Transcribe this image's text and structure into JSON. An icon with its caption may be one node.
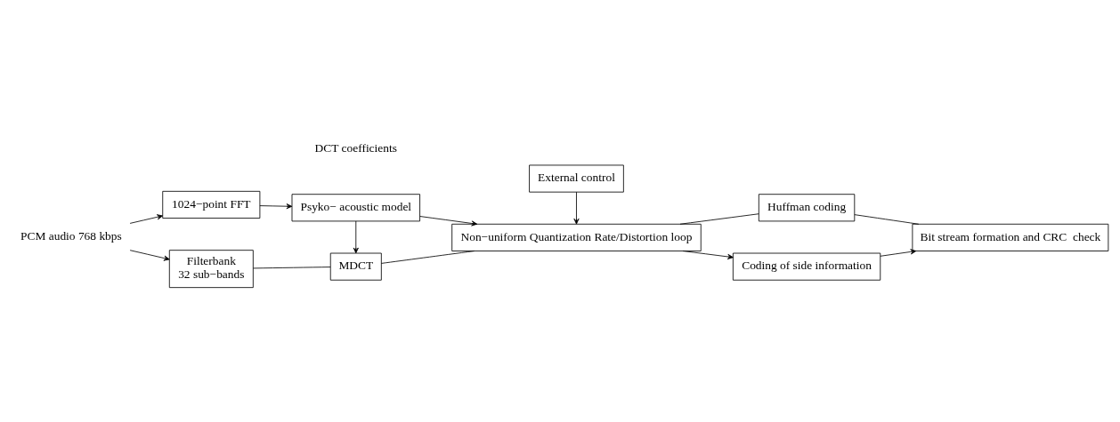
{
  "diagram": {
    "nodes": [
      {
        "text": [
          "PCM audio 768 kbps"
        ]
      },
      {
        "text": [
          "Filterbank",
          "32 sub−bands"
        ]
      },
      {
        "text": [
          "MDCT"
        ]
      },
      {
        "text": [
          "Non−uniform Quantization Rate/Distortion loop"
        ]
      },
      {
        "text": [
          "Huffman coding"
        ]
      },
      {
        "text": [
          "Bit stream formation and CRC  check"
        ]
      },
      {
        "text": [
          "1024−point FFT"
        ]
      },
      {
        "text": [
          "Psyko− acoustic model"
        ]
      },
      {
        "text": [
          "Coding of side information"
        ]
      },
      {
        "text": [
          "External control"
        ]
      }
    ],
    "edges": [
      {
        "from": 0,
        "to": 1,
        "arrow": "to"
      },
      {
        "from": 0,
        "to": 6,
        "arrow": "to"
      },
      {
        "from": 1,
        "to": 2,
        "arrow": "none"
      },
      {
        "from": 2,
        "to": 3,
        "arrow": "none"
      },
      {
        "from": 3,
        "to": 4,
        "arrow": "none"
      },
      {
        "from": 4,
        "to": 5,
        "arrow": "none"
      },
      {
        "from": 6,
        "to": 7,
        "arrow": "to"
      },
      {
        "from": 7,
        "to": 2,
        "arrow": "to"
      },
      {
        "from": 7,
        "to": 3,
        "arrow": "to"
      },
      {
        "from": 9,
        "to": 3,
        "arrow": "to"
      },
      {
        "from": 3,
        "to": 8,
        "arrow": "to"
      },
      {
        "from": 8,
        "to": 5,
        "arrow": "to"
      }
    ],
    "labels": [
      "DCT coefficients"
    ]
  }
}
